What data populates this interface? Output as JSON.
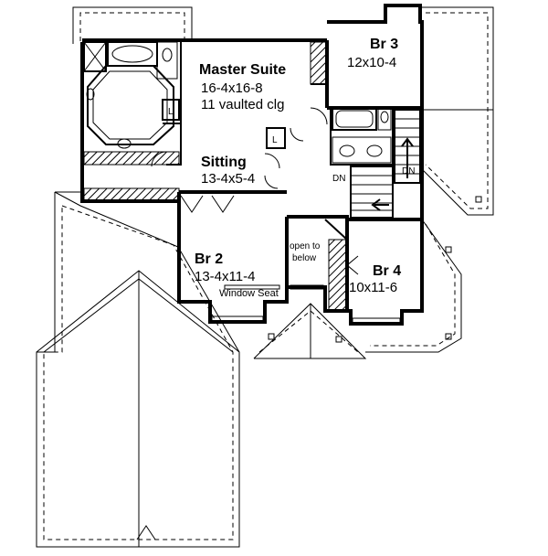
{
  "rooms": {
    "master": {
      "name": "Master Suite",
      "size": "16-4x16-8",
      "note": "11 vaulted clg"
    },
    "sitting": {
      "name": "Sitting",
      "size": "13-4x5-4"
    },
    "br3": {
      "name": "Br 3",
      "size": "12x10-4"
    },
    "br2": {
      "name": "Br 2",
      "size": "13-4x11-4",
      "note": "Window Seat"
    },
    "br4": {
      "name": "Br 4",
      "size": "10x11-6"
    },
    "open": {
      "line1": "open to",
      "line2": "below"
    }
  },
  "marks": {
    "dn_left": "DN",
    "dn_right": "DN",
    "linen_1": "L",
    "linen_2": "L"
  }
}
